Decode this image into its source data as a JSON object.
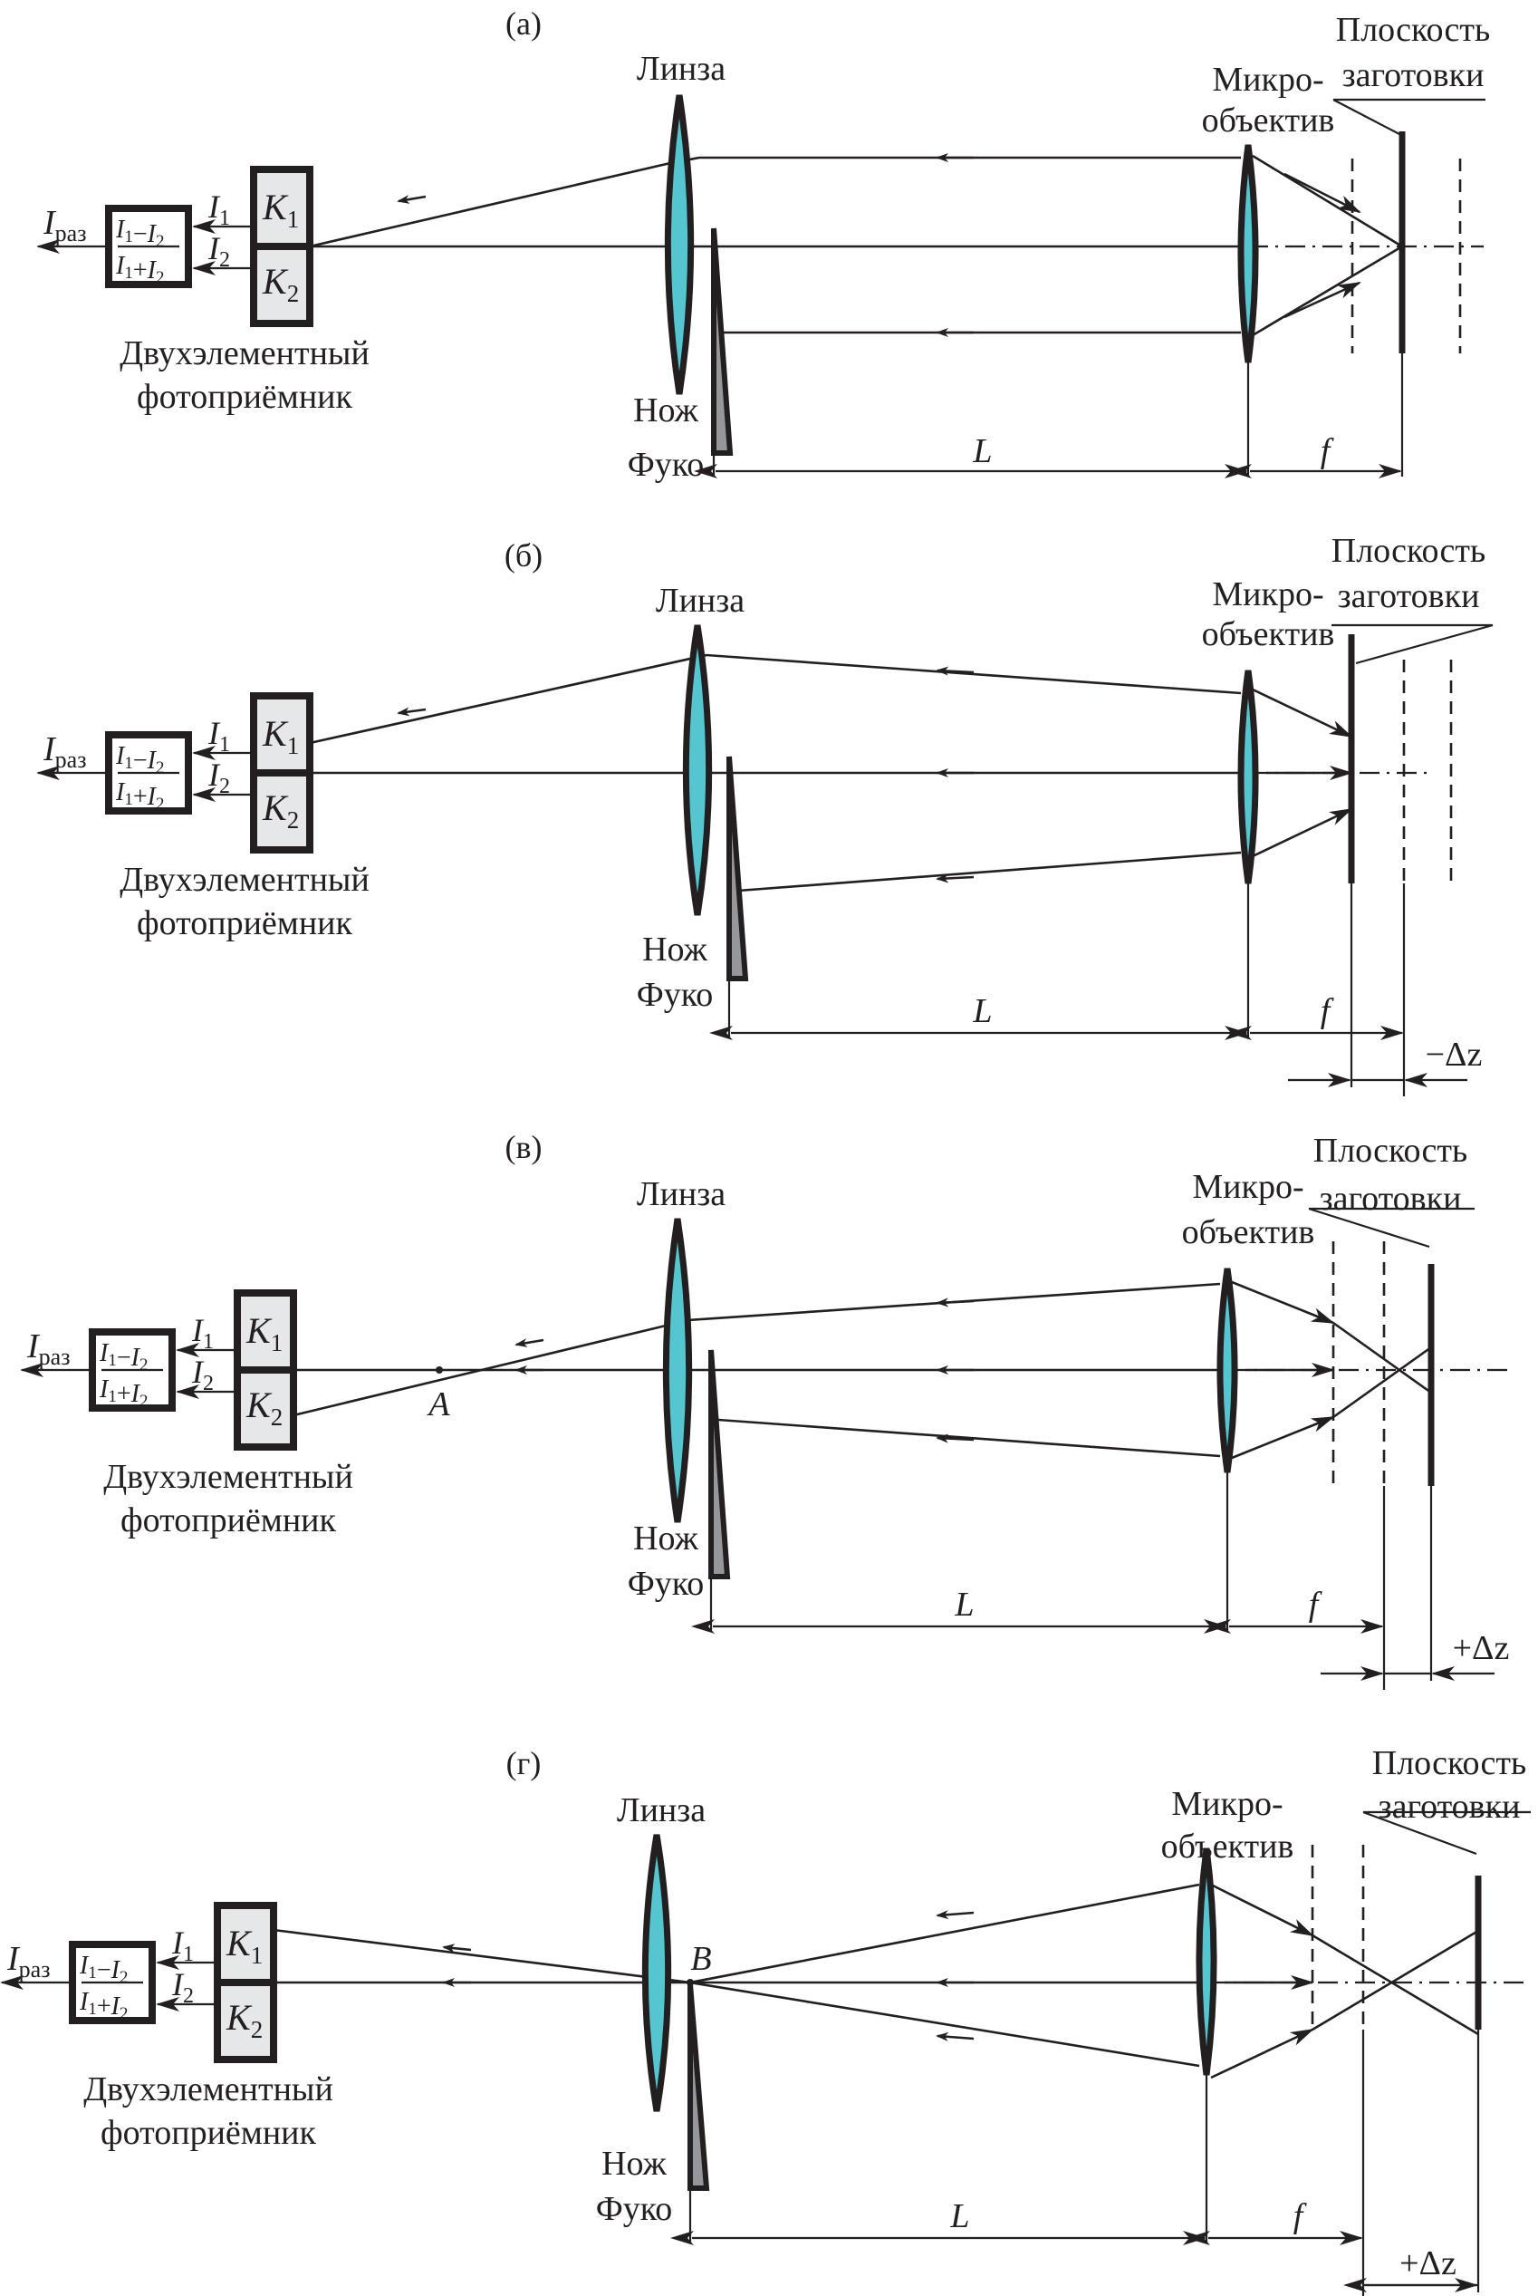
{
  "figure": {
    "panels": [
      {
        "id": "a",
        "title": "(а)",
        "labels": {
          "lens": "Линза",
          "micro_line1": "Микро-",
          "micro_line2": "объектив",
          "plane_line1": "Плоскость",
          "plane_line2": "заготовки",
          "knife_line1": "Нож",
          "knife_line2": "Фуко",
          "detector_line1": "Двухэлементный",
          "detector_line2": "фотоприёмник",
          "L": "L",
          "f": "f",
          "delta": "",
          "point": ""
        },
        "focus_state": "in focus"
      },
      {
        "id": "b",
        "title": "(б)",
        "labels": {
          "lens": "Линза",
          "micro_line1": "Микро-",
          "micro_line2": "объектив",
          "plane_line1": "Плоскость",
          "plane_line2": "заготовки",
          "knife_line1": "Нож",
          "knife_line2": "Фуко",
          "detector_line1": "Двухэлементный",
          "detector_line2": "фотоприёмник",
          "L": "L",
          "f": "f",
          "delta": "−Δz",
          "point": ""
        },
        "focus_state": "plane closer (−Δz)"
      },
      {
        "id": "c",
        "title": "(в)",
        "labels": {
          "lens": "Линза",
          "micro_line1": "Микро-",
          "micro_line2": "объектив",
          "plane_line1": "Плоскость",
          "plane_line2": "заготовки",
          "knife_line1": "Нож",
          "knife_line2": "Фуко",
          "detector_line1": "Двухэлементный",
          "detector_line2": "фотоприёмник",
          "L": "L",
          "f": "f",
          "delta": "+Δz",
          "point": "A"
        },
        "focus_state": "plane farther (+Δz)"
      },
      {
        "id": "d",
        "title": "(г)",
        "labels": {
          "lens": "Линза",
          "micro_line1": "Микро-",
          "micro_line2": "объектив",
          "plane_line1": "Плоскость",
          "plane_line2": "заготовки",
          "knife_line1": "Нож",
          "knife_line2": "Фуко",
          "detector_line1": "Двухэлементный",
          "detector_line2": "фотоприёмник",
          "L": "L",
          "f": "f",
          "delta": "+Δz",
          "point": "B"
        },
        "focus_state": "plane farther (+Δz), crossing at knife edge"
      }
    ],
    "detector": {
      "k1": "K",
      "k1_sub": "1",
      "k2": "K",
      "k2_sub": "2",
      "i": "I",
      "s1": "1",
      "s2": "2",
      "output": "I",
      "output_sub": "раз",
      "minus": "−",
      "plus": "+"
    },
    "colors": {
      "lens_fill": "#55c5d0",
      "knife_fill": "#96979b",
      "detector_fill": "#e6e7e8",
      "ink": "#231f20"
    }
  }
}
